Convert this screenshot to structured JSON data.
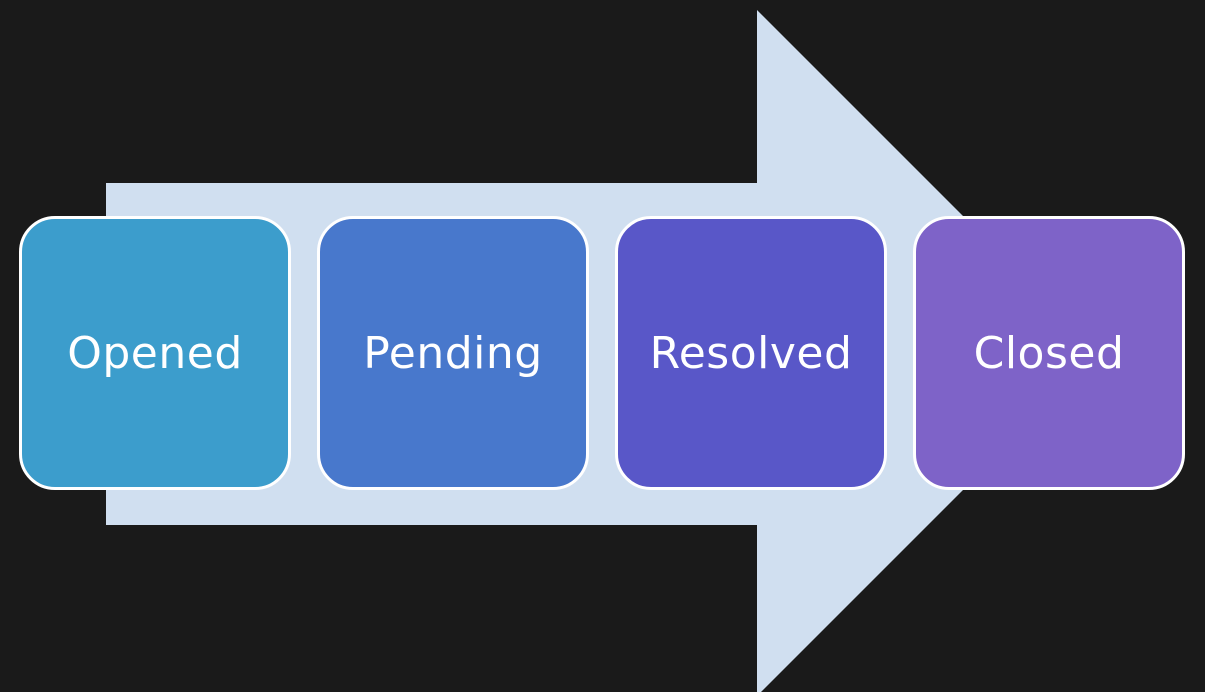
{
  "colors": {
    "background": "#1a1a1a",
    "arrow": "#d0dff0",
    "border": "#ffffff",
    "text": "#ffffff"
  },
  "steps": [
    {
      "label": "Opened",
      "color": "#3c9dcc"
    },
    {
      "label": "Pending",
      "color": "#4878cc"
    },
    {
      "label": "Resolved",
      "color": "#5957c8"
    },
    {
      "label": "Closed",
      "color": "#7e63c8"
    }
  ]
}
